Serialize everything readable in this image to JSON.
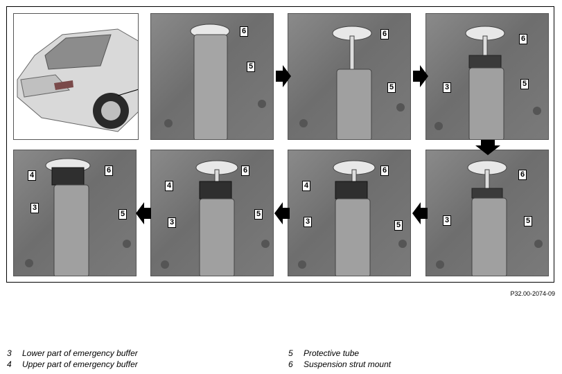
{
  "figure_ref": "P32.00-2074-09",
  "callouts": {
    "n3": "3",
    "n4": "4",
    "n5": "5",
    "n6": "6"
  },
  "legend_left": [
    {
      "num": "3",
      "text": "Lower part of emergency buffer"
    },
    {
      "num": "4",
      "text": "Upper part of emergency buffer"
    }
  ],
  "legend_right": [
    {
      "num": "5",
      "text": "Protective tube"
    },
    {
      "num": "6",
      "text": "Suspension strut mount"
    }
  ]
}
